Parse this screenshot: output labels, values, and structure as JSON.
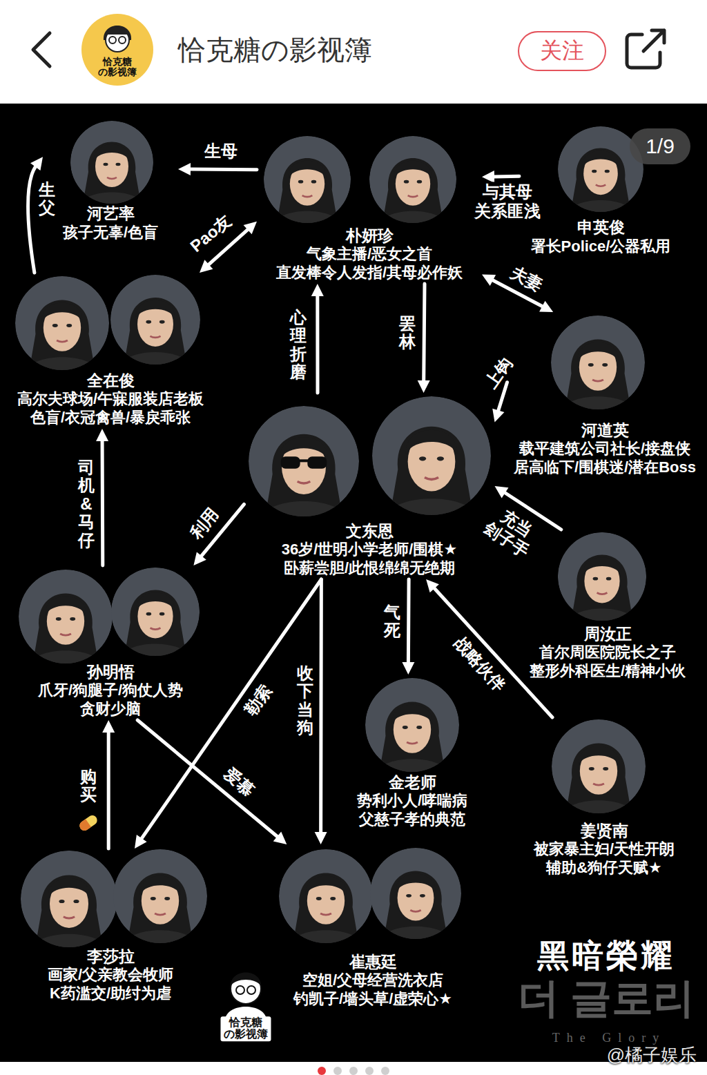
{
  "diagram": {
    "nodes": [
      {
        "text": [
          "关注"
        ]
      },
      {
        "text": [
          "1/9"
        ]
      },
      {
        "text": [
          "河艺率",
          "孩子无辜/色盲"
        ]
      },
      {
        "text": [
          "朴妍珍",
          "气象主播/恶女之首 直发棒令人发指/其母必作妖"
        ]
      },
      {
        "text": [
          "申英俊",
          "署长Police/公器私用"
        ]
      },
      {
        "text": [
          "全在俊",
          "高尔夫球场/午寐服装店老板 色盲/衣冠禽兽/暴戾乖张"
        ]
      },
      {
        "text": [
          "河道英",
          "载平建筑公司社长/接盘侠 居高临下/围棋迷/潜在Boss"
        ]
      },
      {
        "text": [
          "文东恩",
          "36岁/世明小学老师/围棋★ 卧薪尝胆/此恨绵绵无绝期"
        ]
      },
      {
        "text": [
          "孙明悟",
          "爪牙/狗腿子/狗仗人势 贪财少脑"
        ]
      },
      {
        "text": [
          "周汝正",
          "首尔周医院院长之子 整形外科医生/精神小伙"
        ]
      },
      {
        "text": [
          "金老师",
          "势利小人/哮喘病 父慈子孝的典范"
        ]
      },
      {
        "text": [
          "姜贤南",
          "被家暴主妇/天性开朗 辅助&狗仔天赋★"
        ]
      },
      {
        "text": [
          "李莎拉",
          "画家/父亲教会牧师 K药滥交/助纣为虐"
        ]
      },
      {
        "text": [
          "崔惠廷",
          "空姐/父母经营洗衣店 钓凯子/墙头草/虚荣心★"
        ]
      }
    ],
    "edges": [
      {
        "from": 3,
        "to": 2,
        "arrow": "to",
        "label": "生母"
      },
      {
        "from": 4,
        "to": 3,
        "arrow": "to",
        "label": "与其母 关系匪浅"
      },
      {
        "from": 5,
        "to": 2,
        "arrow": "to",
        "label": "生父"
      },
      {
        "from": 5,
        "to": 3,
        "arrow": "both",
        "label": "Pao友"
      },
      {
        "from": 3,
        "to": 7,
        "arrow": "to",
        "label": "罢林"
      },
      {
        "from": 7,
        "to": 3,
        "arrow": "to",
        "label": "心理折磨"
      },
      {
        "from": 3,
        "to": 6,
        "arrow": "both",
        "label": "夫妻"
      },
      {
        "from": 6,
        "to": 7,
        "arrow": "to",
        "label": "上钩"
      },
      {
        "from": 9,
        "to": 7,
        "arrow": "to",
        "label": "充当 刽子手"
      },
      {
        "from": 7,
        "to": 8,
        "arrow": "to",
        "label": "利用"
      },
      {
        "from": 8,
        "to": 5,
        "arrow": "to",
        "label": "司机&马仔"
      },
      {
        "from": 7,
        "to": 10,
        "arrow": "to",
        "label": "气死"
      },
      {
        "from": 11,
        "to": 7,
        "arrow": "to",
        "label": "战略伙伴"
      },
      {
        "from": 7,
        "to": 12,
        "arrow": "to",
        "label": "勒索"
      },
      {
        "from": 7,
        "to": 13,
        "arrow": "to",
        "label": "收下当狗"
      },
      {
        "from": 8,
        "to": 13,
        "arrow": "to",
        "label": "爱慕"
      },
      {
        "from": 12,
        "to": 8,
        "arrow": "to",
        "label": "购买"
      }
    ],
    "labels": [
      "恰克糖 の影视簿",
      "恰克糖の影视簿",
      "黑暗榮耀",
      "더 글로리",
      "The Glory",
      "恰克糖 の影视簿",
      "@橘子娱乐"
    ]
  }
}
